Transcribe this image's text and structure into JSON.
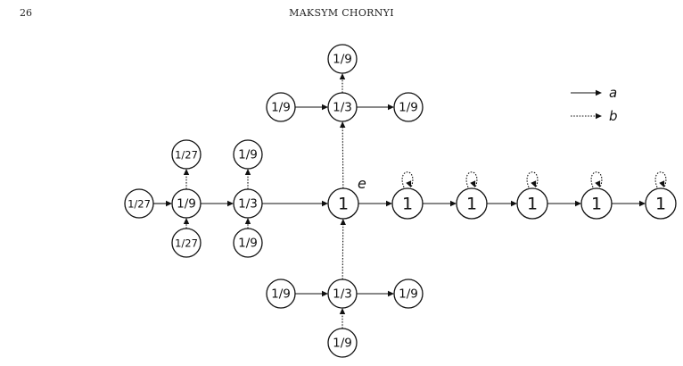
{
  "header": {
    "page_number": "26",
    "running_head": "MAKSYM CHORNYI"
  },
  "figure": {
    "identity_label": "e",
    "legend": [
      {
        "generator": "a",
        "style": "solid"
      },
      {
        "generator": "b",
        "style": "dotted"
      }
    ],
    "nodes": [
      {
        "id": "e",
        "label": "1"
      },
      {
        "id": "r1",
        "label": "1"
      },
      {
        "id": "r2",
        "label": "1"
      },
      {
        "id": "r3",
        "label": "1"
      },
      {
        "id": "r4",
        "label": "1"
      },
      {
        "id": "r5",
        "label": "1"
      },
      {
        "id": "L1",
        "label": "1/3"
      },
      {
        "id": "L1u",
        "label": "1/9"
      },
      {
        "id": "L1d",
        "label": "1/9"
      },
      {
        "id": "L2",
        "label": "1/9"
      },
      {
        "id": "L2u",
        "label": "1/27"
      },
      {
        "id": "L2d",
        "label": "1/27"
      },
      {
        "id": "L3",
        "label": "1/27"
      },
      {
        "id": "U",
        "label": "1/3"
      },
      {
        "id": "Ul",
        "label": "1/9"
      },
      {
        "id": "Ur",
        "label": "1/9"
      },
      {
        "id": "Uu",
        "label": "1/9"
      },
      {
        "id": "D",
        "label": "1/3"
      },
      {
        "id": "Dl",
        "label": "1/9"
      },
      {
        "id": "Dr",
        "label": "1/9"
      },
      {
        "id": "Dd",
        "label": "1/9"
      }
    ],
    "edges": [
      {
        "from": "e",
        "to": "r1",
        "gen": "a"
      },
      {
        "from": "r1",
        "to": "r2",
        "gen": "a"
      },
      {
        "from": "r2",
        "to": "r3",
        "gen": "a"
      },
      {
        "from": "r3",
        "to": "r4",
        "gen": "a"
      },
      {
        "from": "r4",
        "to": "r5",
        "gen": "a"
      },
      {
        "from": "r1",
        "to": "r1",
        "gen": "b"
      },
      {
        "from": "r2",
        "to": "r2",
        "gen": "b"
      },
      {
        "from": "r3",
        "to": "r3",
        "gen": "b"
      },
      {
        "from": "r4",
        "to": "r4",
        "gen": "b"
      },
      {
        "from": "r5",
        "to": "r5",
        "gen": "b"
      },
      {
        "from": "L1",
        "to": "e",
        "gen": "a"
      },
      {
        "from": "L2",
        "to": "L1",
        "gen": "a"
      },
      {
        "from": "L3",
        "to": "L2",
        "gen": "a"
      },
      {
        "from": "L1d",
        "to": "L1",
        "gen": "b"
      },
      {
        "from": "L1",
        "to": "L1u",
        "gen": "b"
      },
      {
        "from": "L2d",
        "to": "L2",
        "gen": "b"
      },
      {
        "from": "L2",
        "to": "L2u",
        "gen": "b"
      },
      {
        "from": "e",
        "to": "U",
        "gen": "b"
      },
      {
        "from": "Ul",
        "to": "U",
        "gen": "a"
      },
      {
        "from": "U",
        "to": "Ur",
        "gen": "a"
      },
      {
        "from": "U",
        "to": "Uu",
        "gen": "b"
      },
      {
        "from": "D",
        "to": "e",
        "gen": "b"
      },
      {
        "from": "Dl",
        "to": "D",
        "gen": "a"
      },
      {
        "from": "D",
        "to": "Dr",
        "gen": "a"
      },
      {
        "from": "Dd",
        "to": "D",
        "gen": "b"
      }
    ]
  }
}
